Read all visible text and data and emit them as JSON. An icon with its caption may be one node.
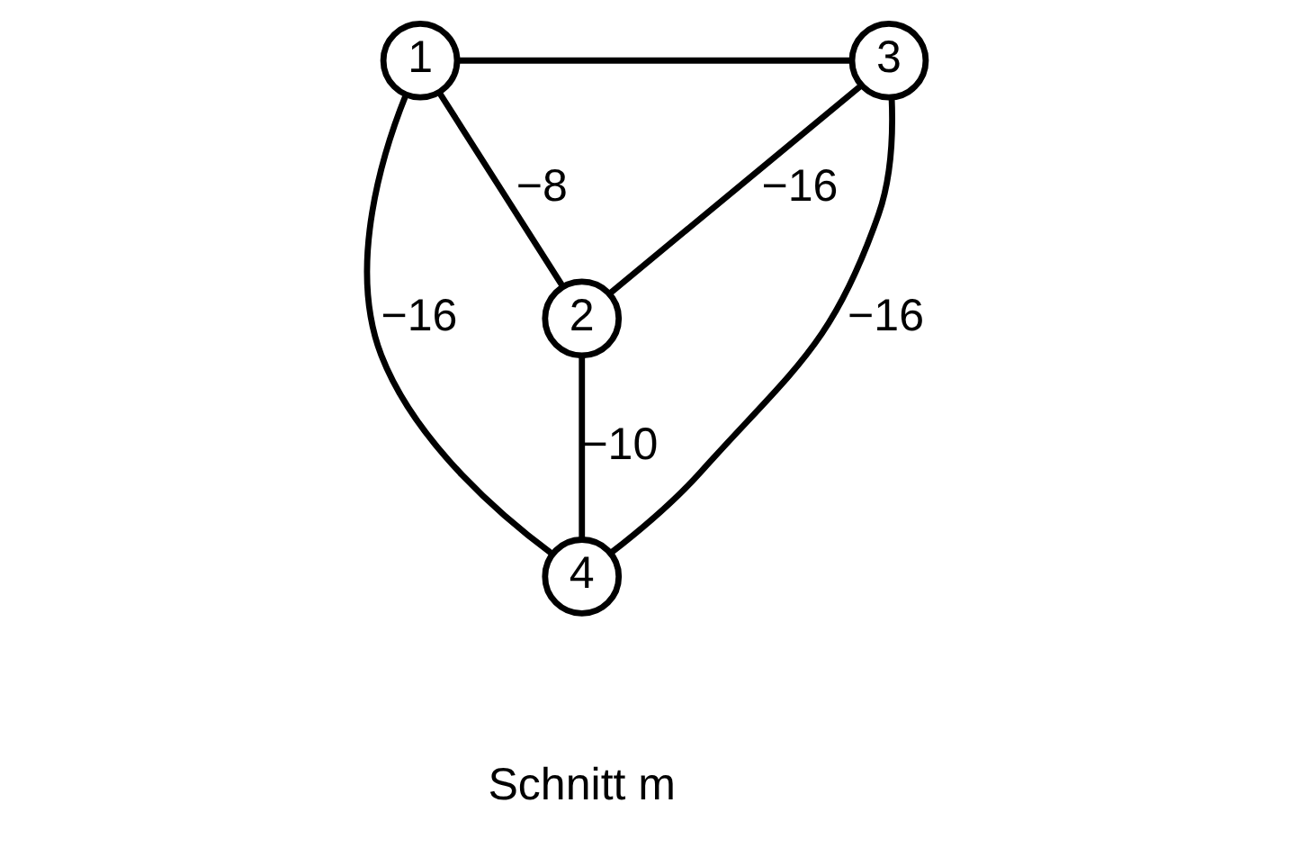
{
  "diagram": {
    "nodes": [
      {
        "text": [
          "1"
        ]
      },
      {
        "text": [
          "2"
        ]
      },
      {
        "text": [
          "3"
        ]
      },
      {
        "text": [
          "4"
        ]
      }
    ],
    "edges": [
      {
        "from": 0,
        "to": 2,
        "arrow": "none"
      },
      {
        "from": 0,
        "to": 1,
        "arrow": "none",
        "label": "−8"
      },
      {
        "from": 1,
        "to": 2,
        "arrow": "none",
        "label": "−16"
      },
      {
        "from": 1,
        "to": 3,
        "arrow": "none",
        "label": "−10"
      },
      {
        "from": 0,
        "to": 3,
        "arrow": "none",
        "label": "−16"
      },
      {
        "from": 2,
        "to": 3,
        "arrow": "none",
        "label": "−16"
      }
    ],
    "labels": [
      "Schnitt m"
    ]
  }
}
